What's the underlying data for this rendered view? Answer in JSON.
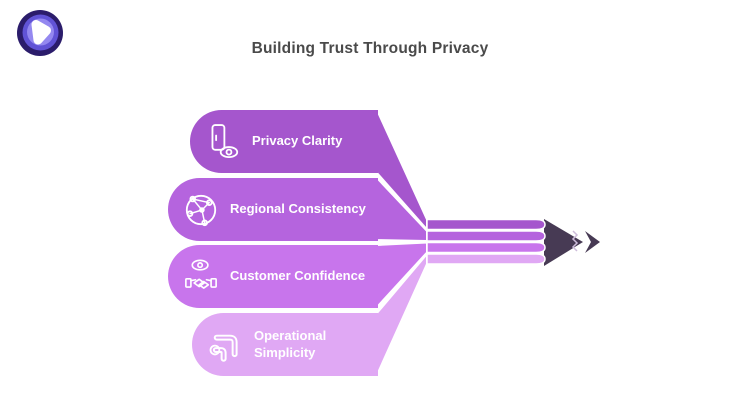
{
  "header": {
    "title": "Building Trust Through Privacy",
    "title_color": "#4a4a4a"
  },
  "logo": {
    "outer_color": "#2b1c6b",
    "ring_color": "#6153d6",
    "inner_ring_color": "#9488f0",
    "core_color": "#ffffff"
  },
  "diagram": {
    "type": "converging-arrow-funnel",
    "items": [
      {
        "label": "Privacy Clarity",
        "icon": "door-eye-icon",
        "color": "#a556cd"
      },
      {
        "label": "Regional Consistency",
        "icon": "globe-network-icon",
        "color": "#b564de"
      },
      {
        "label": "Customer Confidence",
        "icon": "eye-handshake-icon",
        "color": "#c875ec"
      },
      {
        "label": "Operational Simplicity",
        "icon": "pipe-elbows-icon",
        "color": "#e0a8f4"
      }
    ],
    "arrow_color": "#473a54",
    "label_color": "#ffffff",
    "outline_color": "#ffffff"
  }
}
